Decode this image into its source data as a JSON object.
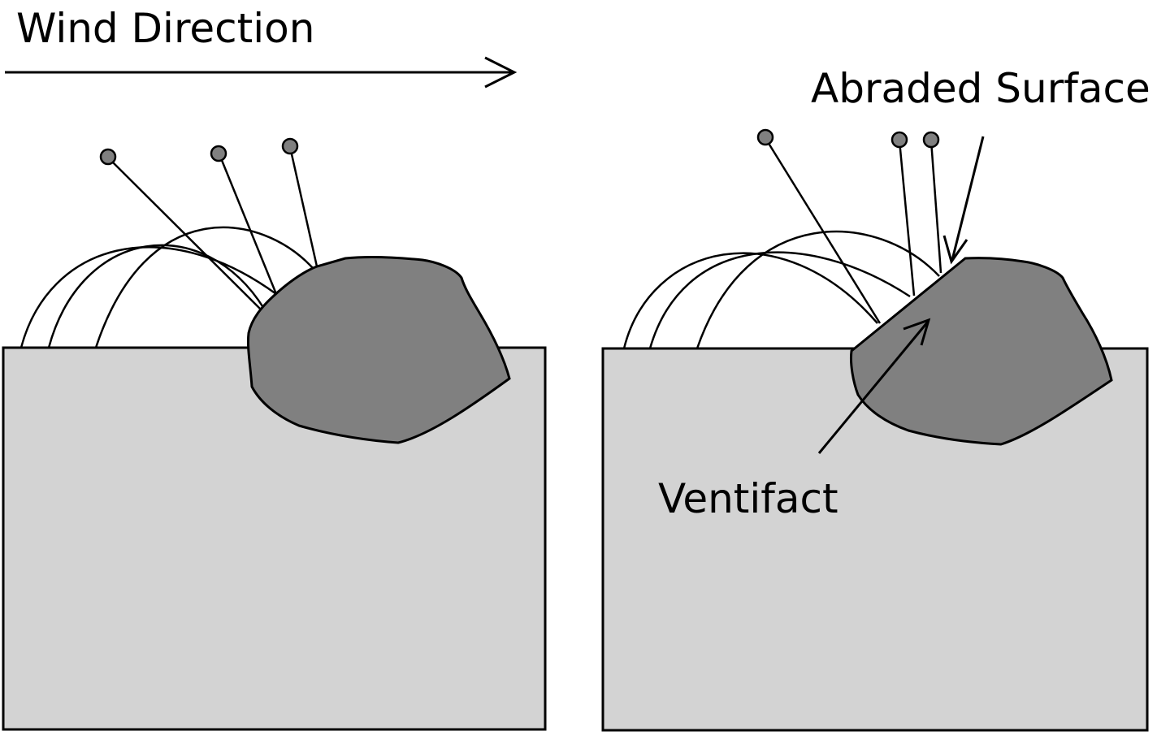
{
  "labels": {
    "wind_direction": "Wind Direction",
    "abraded_surface": "Abraded Surface",
    "ventifact": "Ventifact"
  },
  "colors": {
    "ground": "#d3d3d3",
    "rock": "#808080",
    "grain": "#808080",
    "stroke": "#000000",
    "background": "#ffffff"
  },
  "icons": {
    "wind_arrow": "arrow-right-icon",
    "leader_arrows": "arrow-icon"
  }
}
